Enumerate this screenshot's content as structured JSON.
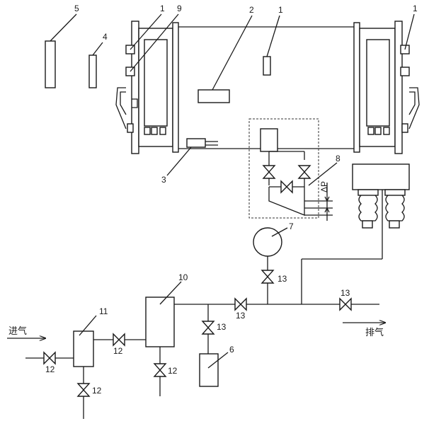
{
  "labels": {
    "n1a": "1",
    "n1b": "1",
    "n1c": "1",
    "n2": "2",
    "n3": "3",
    "n4": "4",
    "n5": "5",
    "n6": "6",
    "n7": "7",
    "n8": "8",
    "n9": "9",
    "n10": "10",
    "n11": "11",
    "n12a": "12",
    "n12b": "12",
    "n12c": "12",
    "n12d": "12",
    "n13a": "13",
    "n13b": "13",
    "n13c": "13",
    "n13d": "13",
    "delta_p": "ΔP",
    "inlet": "进气",
    "outlet": "排气"
  }
}
